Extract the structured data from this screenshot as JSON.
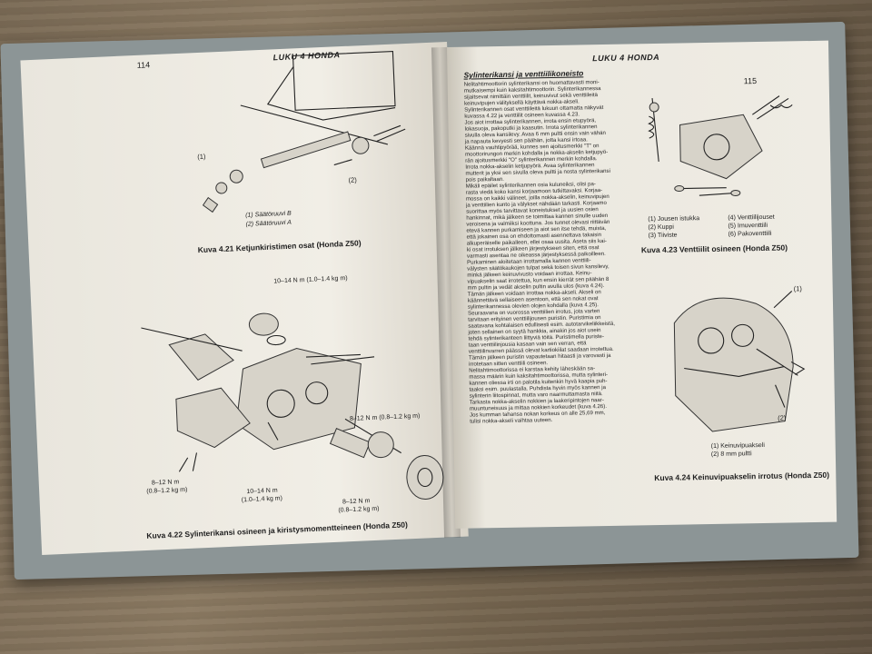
{
  "left_page": {
    "page_number": "114",
    "header": "LUKU 4 HONDA",
    "fig421": {
      "labels": [
        "(1)",
        "(2)"
      ],
      "legend": [
        "(1) Säätöruuvi B",
        "(2) Säätöruuvi A"
      ],
      "caption": "Kuva 4.21 Ketjunkiristimen osat (Honda Z50)"
    },
    "fig422": {
      "torque_top": "10–14 N m (1.0–1.4 kg m)",
      "torque_right": "8–12 N m (0.8–1.2 kg m)",
      "torque_left_1": "8–12 N m",
      "torque_left_2": "(0.8–1.2 kg m)",
      "torque_bottom_1": "10–14 N m",
      "torque_bottom_2": "(1.0–1.4 kg m)",
      "torque_br_1": "8–12 N m",
      "torque_br_2": "(0.8–1.2 kg m)",
      "caption": "Kuva 4.22 Sylinterikansi osineen ja kiristysmomentteineen (Honda Z50)"
    }
  },
  "right_page": {
    "page_number": "115",
    "header": "LUKU 4 HONDA",
    "section_title": "Sylinterikansi ja venttiilikoneisto",
    "body_lines": [
      "Nelitahtimoottorin sylinterikansi on huomattavasti moni-",
      "mutkaisempi kuin kaksitahtimoottorin. Sylinterikannessa",
      "sijaitsevat nimittäin venttiilit, keinuvivut sekä venttiileitä",
      "keinuvipujen välityksellä käyttävä nokka-akseli.",
      "Sylinterikannen osat venttiileitä lukuun ottamatta näkyvät",
      "kuvassa 4.22 ja venttiilit osineen kuvassa 4.23.",
      "Jos aiot irrottaa sylinterikannen, irrota ensin etupyörä,",
      "lokasuoja, pakoputki ja kaasutin. Irrota sylinterikannen",
      "sivulla oleva kansilevy. Avaa 6 mm pultti ensin vain vähän",
      "ja napauta kevyesti sen päähän, jotta kansi irtoaa.",
      "Käännä vauhtipyörää, kunnes sen ajoitusmerkki \"T\" on",
      "moottorirungon merkin kohdalla ja nokka-akselin ketjupyö-",
      "rän ajoitusmerkki \"O\" sylinterikannen merkin kohdalla.",
      "Irrota nokka-akselin ketjupyörä. Avaa sylinterikannen",
      "mutterit ja yksi sen sivulla oleva pultti ja nosta sylinterikansi",
      "pois paikaltaan.",
      "Mikäli epäilet sylinterikannen osia kuluneiksi, olisi pa-",
      "rasta viedä koko kansi korjaamoon tutkittavaksi. Korjaa-",
      "mossa on kaikki välineet, joilla nokka-akselin, keinuvipujen",
      "ja venttiilien kunto ja välykset nähdään tarkasti. Korjaamo",
      "suorittaa myös tarvittavat koneistukset ja uusien osien",
      "hankinnat, mikä jälkeen se toimittaa kannen sinulle uuden",
      "veroisena ja valmiiksi koottuna. Jos tunnet olevasi riittävän",
      "etevä kannen purkamiseen ja aiot sen itse tehdä, muista,",
      "että jokainen osa on ehdottomasti asennettava takaisin",
      "alkuperäiselle paikalleen, ellei osaa uusita. Aseta siis kai-",
      "ki osat irrotuksen jälkeen järjestykseen siten, että osat",
      "varmasti asentaa ne oikeassa järjestyksessä paikoilleen.",
      "Purkaminen aloitetaan irrottamalla kannen venttiili-",
      "välysten säätökaukojen tulpat sekä toisen sivun kansilevy,",
      "minkä jälkeen keinuvivusto voidaan irrottaa. Keinu-",
      "vipuakselin saat irrotettua, kun ensin kierrät sen päähän 8",
      "mm pultin ja vedät akselin pultin avulla ulos (kuva 4.24).",
      "Tämän jälkeen voidaan irrottaa nokka-akseli. Akseli on",
      "käännettävä sellaiseen asentoon, että sen nokat ovat",
      "sylinterikannessa olevien olojen kohdalla (kuva 4.25).",
      "Seuraavana on vuorossa venttiilien irrotus, jota varten",
      "tarvitaan erityinen venttiilijousen puristin. Puristimia on",
      "saatavana kohtalaisen edullisesti esim. autotarvikeliikkeistä,",
      "joten sellainen on syytä hankkia, ainakin jos aiot usein",
      "tehdä sylinterikanteen liittyviä töitä. Puristimella puriste-",
      "taan venttiilinjousia kasaan vain sen verran, että",
      "venttiilinvarren päässä olevat kartiokiilat saadaan irrotettua.",
      "Tämän jälkeen puristin vapautetaan hitaasti ja varovasti ja",
      "irrotetaan sitten venttiili osineen.",
      "Nelitahtimoottorissa ei karstaa kehity läheskään sa-",
      "massa määrin kuin kaksitahtimoottorissa, mutta sylinteri-",
      "kannen oliessa irti on palotila kuitenkin hyvä kaapia puh-",
      "taaksi esim. puulastalla. Puhdista hyvin myös kannen ja",
      "sylinterin liitospinnat, mutta varo naarmuttamasta niitä.",
      "Tarkasta nokka-akselin nokkien ja laakeripintojen naar-",
      "muuntuneisuus ja mittaa nokkien korkeudet (kuva 4.26).",
      "Jos kumman tahansa nokan korkeus on alle 25,69 mm,",
      "tulisi nokka-akseli vaihtaa uuteen."
    ],
    "fig423": {
      "legend_left": [
        "(1) Jousen istukka",
        "(2) Kuppi",
        "(3) Tiiviste"
      ],
      "legend_right": [
        "(4) Venttiilijouset",
        "(5) Imuventtiili",
        "(6) Pakoventtiili"
      ],
      "caption": "Kuva 4.23 Venttiilit osineen (Honda Z50)"
    },
    "fig424": {
      "legend": [
        "(1) Keinuvipuakseli",
        "(2) 8 mm pultti"
      ],
      "caption": "Kuva 4.24 Keinuvipuakselin irrotus (Honda Z50)"
    }
  }
}
